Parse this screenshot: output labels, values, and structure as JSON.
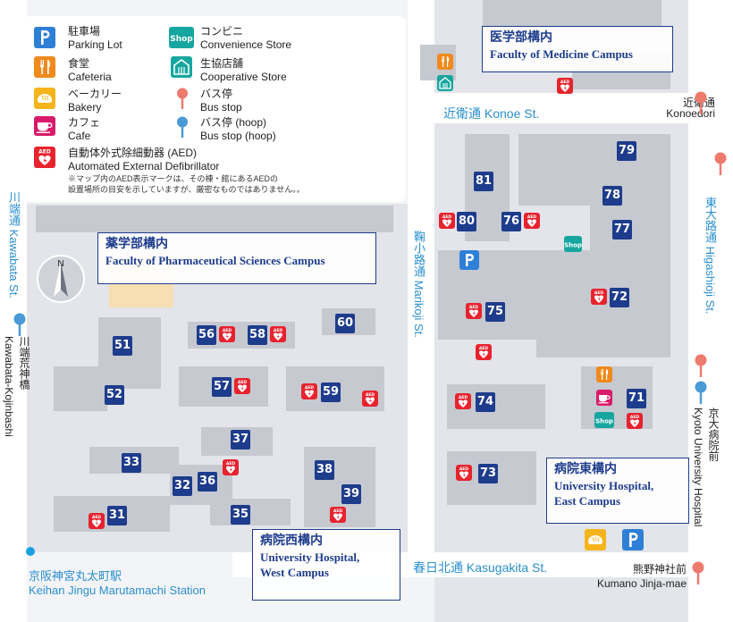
{
  "legend": {
    "parking": {
      "ja": "駐車場",
      "en": "Parking Lot",
      "icon": "parking-icon",
      "color": "#2e7fd6"
    },
    "cafeteria": {
      "ja": "食堂",
      "en": "Cafeteria",
      "icon": "fork-knife-icon",
      "color": "#f08a1c"
    },
    "bakery": {
      "ja": "ベーカリー",
      "en": "Bakery",
      "icon": "bread-icon",
      "color": "#f5b41a"
    },
    "cafe": {
      "ja": "カフェ",
      "en": "Cafe",
      "icon": "cup-icon",
      "color": "#d81b6a"
    },
    "convenience": {
      "ja": "コンビニ",
      "en": "Convenience Store",
      "icon": "shop-icon",
      "label": "Shop",
      "color": "#16a6a0"
    },
    "coop": {
      "ja": "生協店舗",
      "en": "Cooperative Store",
      "icon": "coop-icon",
      "color": "#16a6a0"
    },
    "bus": {
      "ja": "バス停",
      "en": "Bus stop",
      "icon": "bus-stop-icon",
      "color": "#ee7a6e"
    },
    "bus_hoop": {
      "ja": "バス停 (hoop)",
      "en": "Bus stop (hoop)",
      "icon": "bus-stop-hoop-icon",
      "color": "#4a9ad6"
    },
    "aed": {
      "ja": "自動体外式除細動器 (AED)",
      "en": "Automated External Defibrillator",
      "icon": "aed-icon",
      "label": "AED",
      "color": "#e8232e"
    },
    "note_line1": "※マップ内のAED表示マークは、その棟・館にあるAEDの",
    "note_line2": "設置場所の目安を示していますが、厳密なものではありません。。"
  },
  "campuses": {
    "medicine": {
      "ja": "医学部構内",
      "en": "Faculty of Medicine Campus"
    },
    "pharma": {
      "ja": "薬学部構内",
      "en": "Faculty of Pharmaceutical Sciences Campus"
    },
    "east": {
      "ja": "病院東構内",
      "en1": "University Hospital,",
      "en2": "East Campus"
    },
    "west": {
      "ja": "病院西構内",
      "en1": "University Hospital,",
      "en2": "West Campus"
    }
  },
  "roads": {
    "konoe": "近衛通 Konoe St.",
    "kasugakita": "春日北通 Kasugakita St.",
    "kawabata": "川端通 Kawabata St.",
    "marikoji": "鞠小路通 Marikoji St.",
    "higashioji": "東大路通 Higashioji St."
  },
  "stops": {
    "konoedori_ja": "近衛通",
    "konoedori_en": "Konoedori",
    "kojinbashi_ja": "川端荒神橋",
    "kojinbashi_en": "Kawabata-Kojinbashi",
    "kyodai_ja": "京大病院前",
    "kyodai_en": "Kyoto University Hospital",
    "kumano_ja": "熊野神社前",
    "kumano_en": "Kumano Jinja-mae",
    "station_ja": "京阪神宮丸太町駅",
    "station_en": "Keihan Jingu Marutamachi Station"
  },
  "compass": "N",
  "buildings": [
    "31",
    "32",
    "33",
    "35",
    "36",
    "37",
    "38",
    "39",
    "51",
    "52",
    "56",
    "57",
    "58",
    "59",
    "60",
    "71",
    "72",
    "73",
    "74",
    "75",
    "76",
    "77",
    "78",
    "79",
    "80",
    "81"
  ],
  "map_icons": {
    "shop_label": "Shop",
    "aed_label": "AED"
  }
}
